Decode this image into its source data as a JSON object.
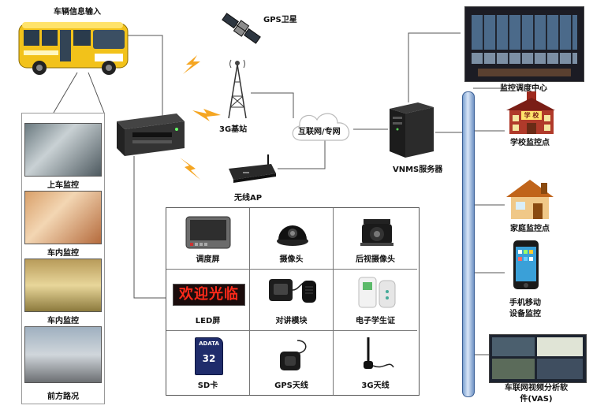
{
  "vehicle": {
    "title": "车辆信息输入"
  },
  "satellite": {
    "label": "GPS卫星"
  },
  "base_station": {
    "label": "3G基站"
  },
  "internet": {
    "label": "互联网/专网"
  },
  "ap": {
    "label": "无线AP"
  },
  "server": {
    "label": "VNMS服务器"
  },
  "left_panel": {
    "items": [
      {
        "label": "上车监控"
      },
      {
        "label": "车内监控"
      },
      {
        "label": "车内监控"
      },
      {
        "label": "前方路况"
      }
    ]
  },
  "devices": {
    "items": [
      {
        "label": "调度屏"
      },
      {
        "label": "摄像头"
      },
      {
        "label": "后视摄像头"
      },
      {
        "label": "LED屏"
      },
      {
        "label": "对讲模块"
      },
      {
        "label": "电子学生证"
      },
      {
        "label": "SD卡"
      },
      {
        "label": "GPS天线"
      },
      {
        "label": "3G天线"
      }
    ],
    "led_text": "欢迎光临",
    "sd_brand": "ADATA",
    "sd_size": "32"
  },
  "right_column": {
    "items": [
      {
        "label": "监控调度中心"
      },
      {
        "label": "学校监控点"
      },
      {
        "label": "家庭监控点"
      },
      {
        "label": "手机移动\n设备监控"
      },
      {
        "label": "车联网视频分析软\n件(VAS)"
      }
    ],
    "school_sign": "学 校"
  },
  "colors": {
    "bus_yellow": "#f2c21a",
    "lightning": "#f5a623",
    "pole_blue": "#7aa0d0",
    "led_red": "#ff2a1a"
  }
}
